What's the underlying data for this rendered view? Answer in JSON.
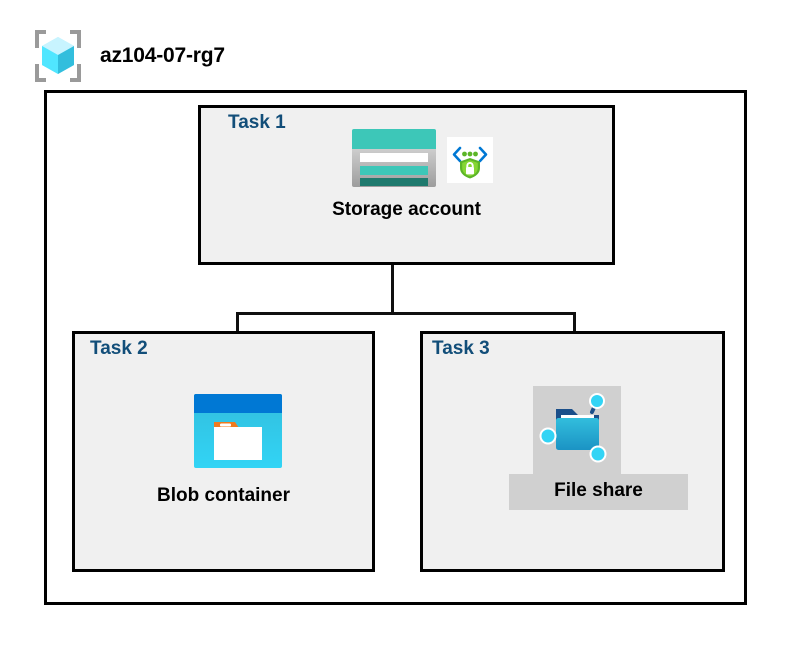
{
  "diagram": {
    "type": "azure-architecture-diagram",
    "resource_group": {
      "name": "az104-07-rg7",
      "icon": "resource-group-cube-icon"
    },
    "tasks": [
      {
        "id": "task1",
        "label": "Task 1",
        "node_label": "Storage account",
        "icons": [
          "storage-account-icon",
          "secure-api-shield-icon"
        ],
        "highlighted": false
      },
      {
        "id": "task2",
        "label": "Task 2",
        "node_label": "Blob container",
        "icons": [
          "blob-container-icon"
        ],
        "highlighted": false
      },
      {
        "id": "task3",
        "label": "Task 3",
        "node_label": "File share",
        "icons": [
          "file-share-icon"
        ],
        "highlighted": true
      }
    ],
    "connections": [
      {
        "from": "Storage account",
        "to": "Blob container"
      },
      {
        "from": "Storage account",
        "to": "File share"
      }
    ],
    "colors": {
      "task_label": "#124e79",
      "node_label": "#000000",
      "task_box_fill": "#f0f0f0",
      "outer_box_fill": "#ffffff",
      "border": "#000000",
      "connector": "#101010",
      "selection_highlight": "#d0d0d0",
      "storage_teal": "#3dc7b8",
      "storage_teal_dark": "#1f7a6e",
      "blob_blue": "#0078d4",
      "blob_cyan": "#32bedd",
      "folder_blue": "#32bedd",
      "shield_green": "#5cb527",
      "bracket_blue": "#0078d4",
      "cube_cyan": "#50e6ff",
      "bracket_gray": "#9a9a9a"
    }
  }
}
